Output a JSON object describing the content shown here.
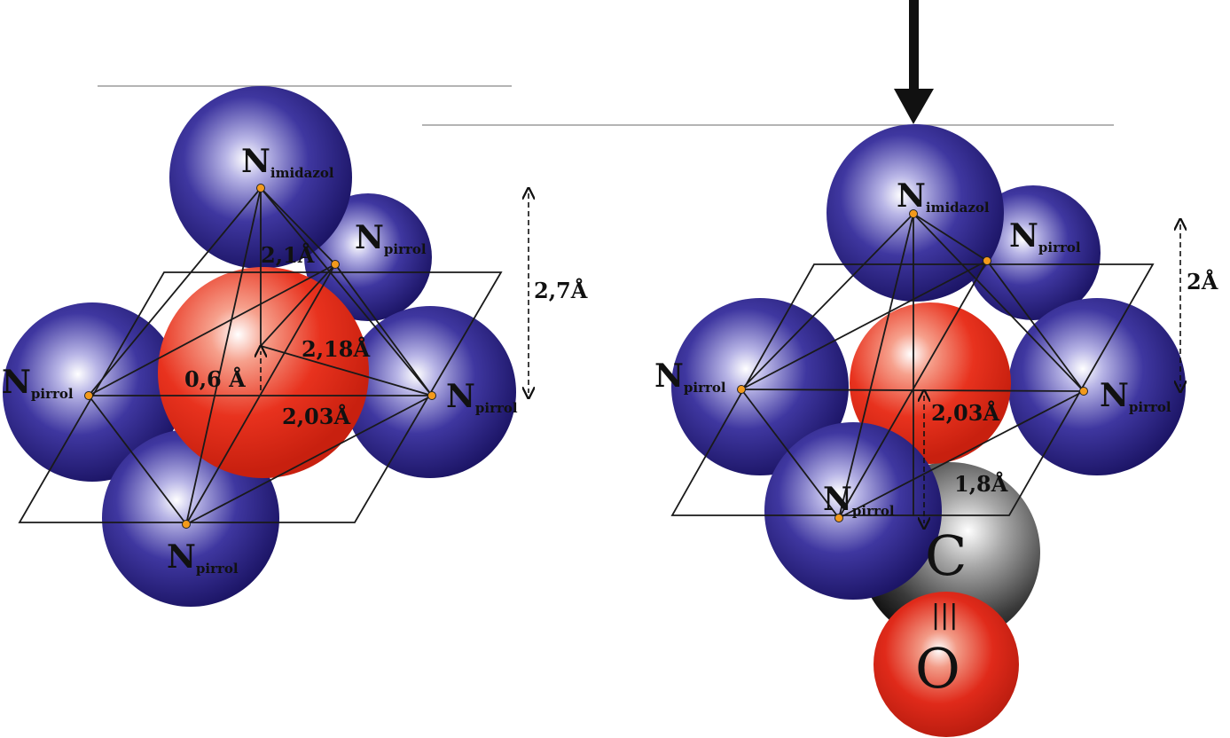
{
  "left_complex": {
    "labels": {
      "n_top": {
        "main": "N",
        "sub": "imidazol"
      },
      "n_back_right": {
        "main": "N",
        "sub": "pirrol"
      },
      "n_left": {
        "main": "N",
        "sub": "pirrol"
      },
      "n_right": {
        "main": "N",
        "sub": "pirrol"
      },
      "n_bottom": {
        "main": "N",
        "sub": "pirrol"
      }
    },
    "distances": {
      "fe_n_imidazol": "2,1Å",
      "fe_n_pirrol_a": "2,18Å",
      "fe_plane_offset": "0,6 Å",
      "fe_n_pirrol_b": "2,03Å",
      "height": "2,7Å"
    }
  },
  "right_complex": {
    "labels": {
      "n_top": {
        "main": "N",
        "sub": "imidazol"
      },
      "n_back_right": {
        "main": "N",
        "sub": "pirrol"
      },
      "n_left": {
        "main": "N",
        "sub": "pirrol"
      },
      "n_right": {
        "main": "N",
        "sub": "pirrol"
      },
      "n_bottom": {
        "main": "N",
        "sub": "pirrol"
      },
      "carbon": "C",
      "oxygen": "O",
      "triple_bond": "|||"
    },
    "distances": {
      "fe_n_pirrol": "2,03Å",
      "fe_c": "1,8Å",
      "height": "2Å"
    }
  },
  "colors": {
    "nitrogen": "#2a237e",
    "iron": "#e8321e",
    "carbon": "#303030",
    "oxygen": "#e02a1a"
  }
}
